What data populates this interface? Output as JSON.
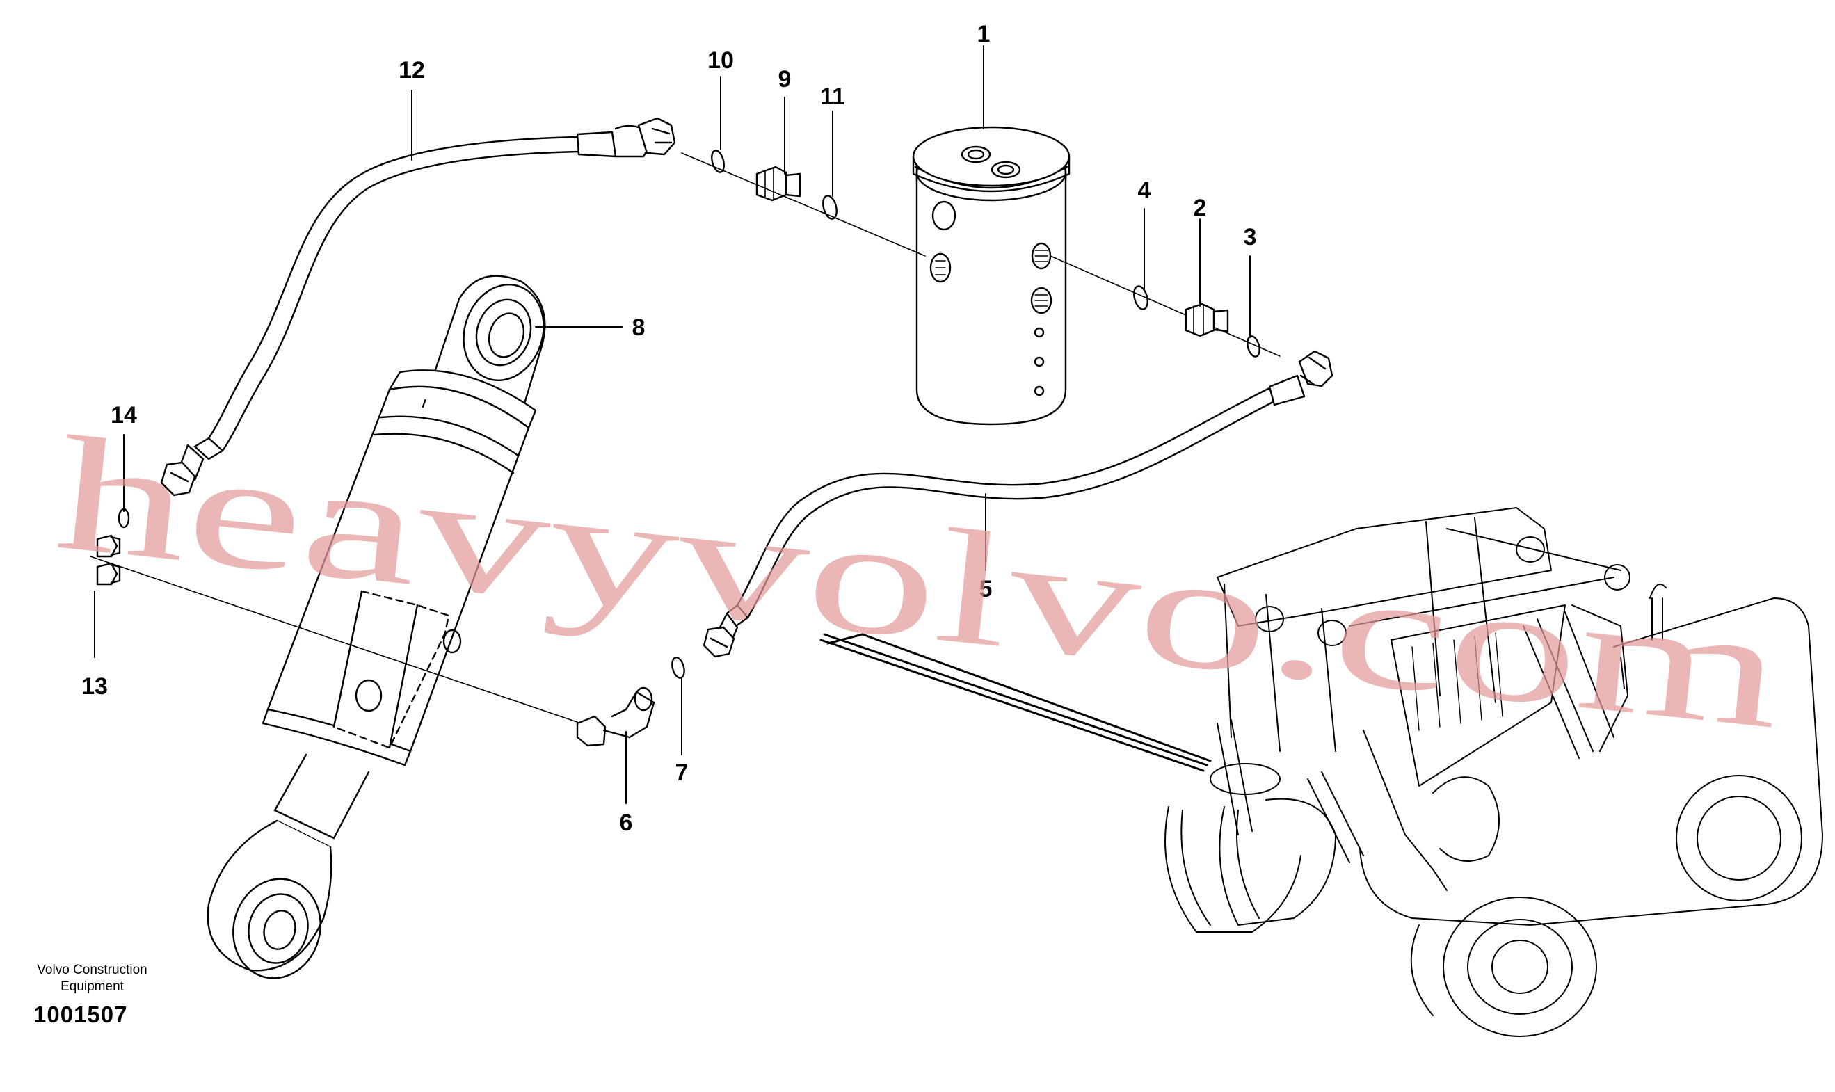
{
  "diagram": {
    "callouts": [
      "1",
      "2",
      "3",
      "4",
      "5",
      "6",
      "7",
      "8",
      "9",
      "10",
      "11",
      "12",
      "13",
      "14"
    ],
    "company_line1": "Volvo Construction",
    "company_line2": "Equipment",
    "drawing_number": "1001507",
    "watermark": "heavyvolvo.com"
  },
  "colors": {
    "line": "#000000",
    "watermark": "#e39a9a",
    "background": "#ffffff"
  }
}
